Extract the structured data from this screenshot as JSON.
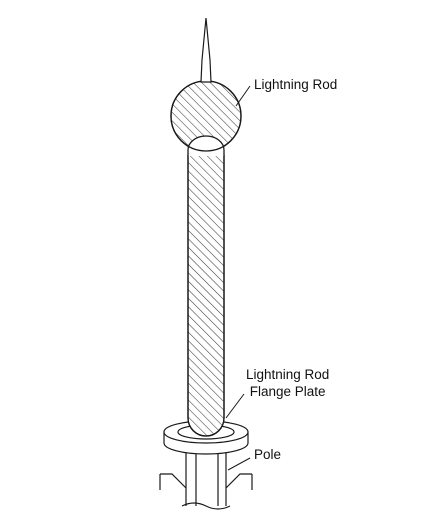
{
  "labels": {
    "lightning_rod": "Lightning Rod",
    "flange_line1": "Lightning Rod",
    "flange_line2": "Flange Plate",
    "pole": "Pole"
  },
  "colors": {
    "stroke": "#1a1a1a",
    "background": "#ffffff",
    "text": "#111111"
  }
}
